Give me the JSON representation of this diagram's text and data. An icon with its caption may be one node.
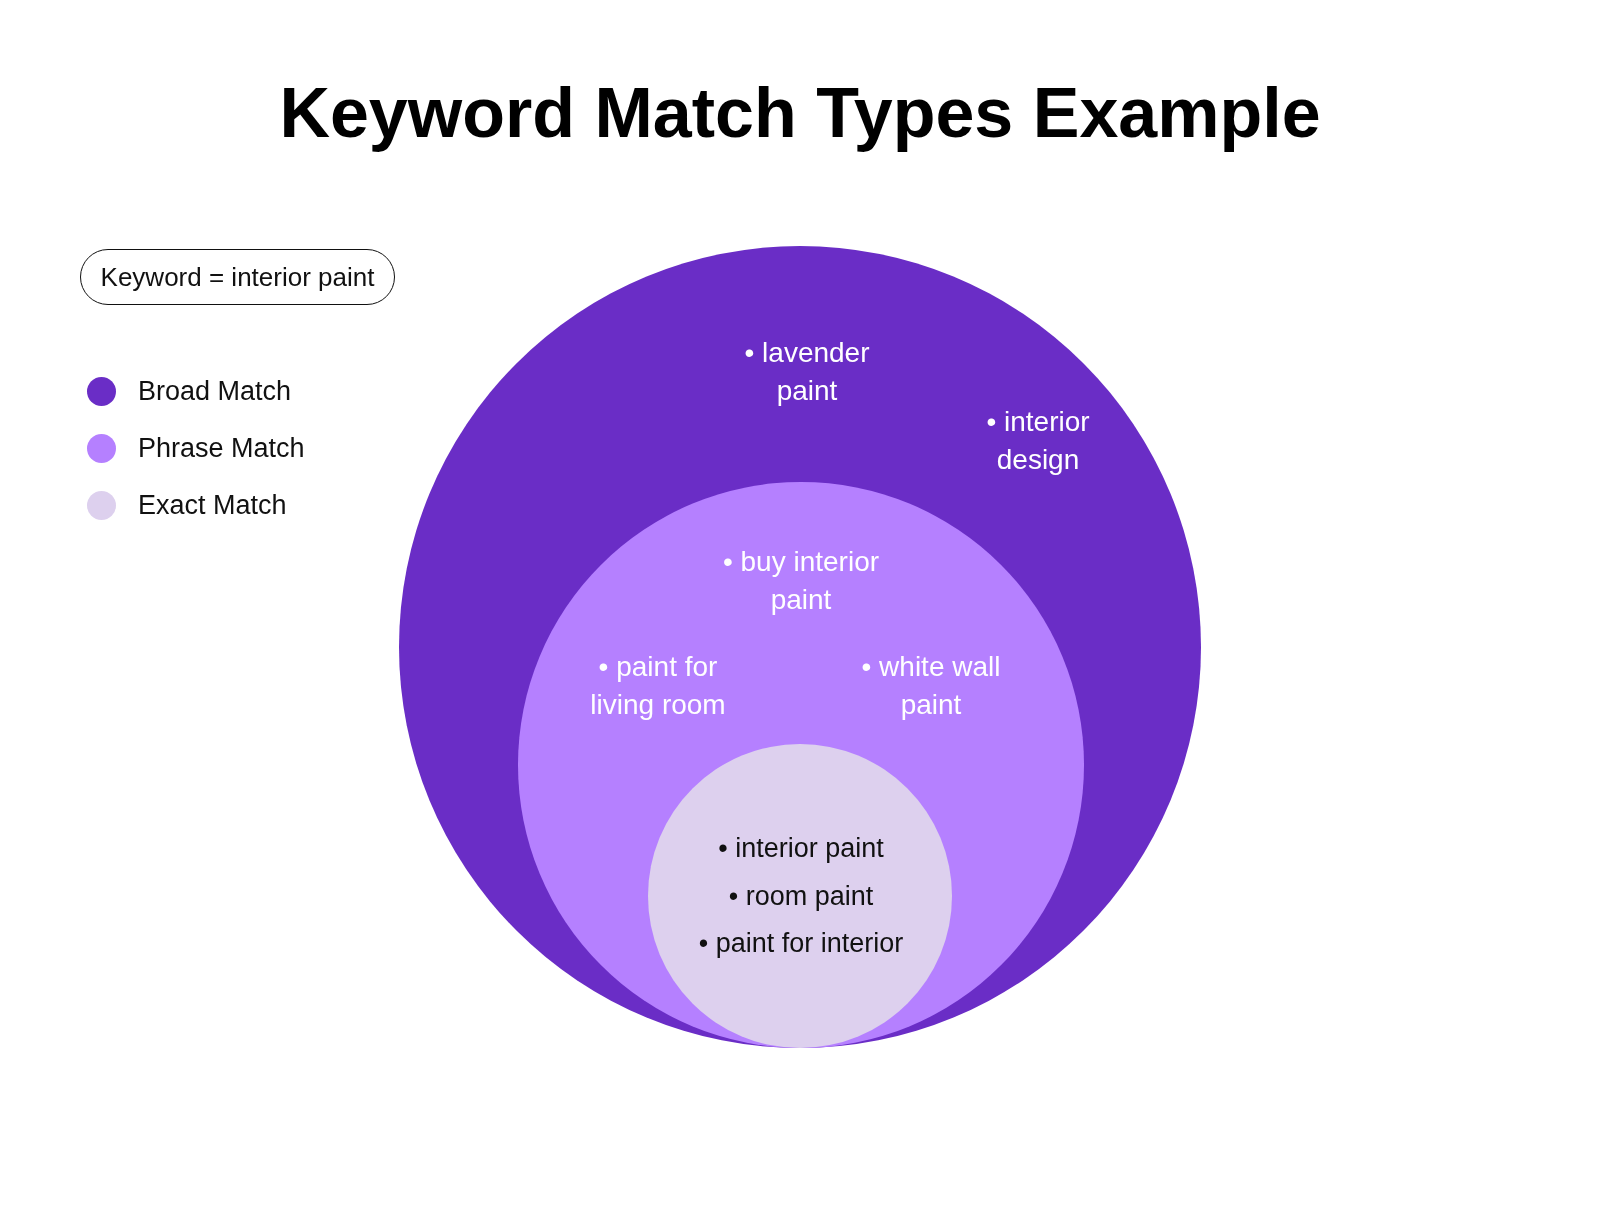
{
  "diagram": {
    "title": "Keyword Match Types Example",
    "nodes": [
      {
        "text": [
          "Keyword = interior paint"
        ]
      },
      {
        "text": [
          "• lavender paint",
          "• interior design"
        ]
      },
      {
        "text": [
          "• buy interior paint",
          "• paint for living room",
          "• white wall paint"
        ],
        "in": 1
      },
      {
        "text": [
          "• interior paint",
          "• room paint",
          "• paint for interior"
        ],
        "in": 2
      }
    ],
    "legend": [
      {
        "text": "Broad Match",
        "color": "#6a2dc6"
      },
      {
        "text": "Phrase Match",
        "color": "#b580ff"
      },
      {
        "text": "Exact Match",
        "color": "#ddd0ee"
      }
    ]
  }
}
